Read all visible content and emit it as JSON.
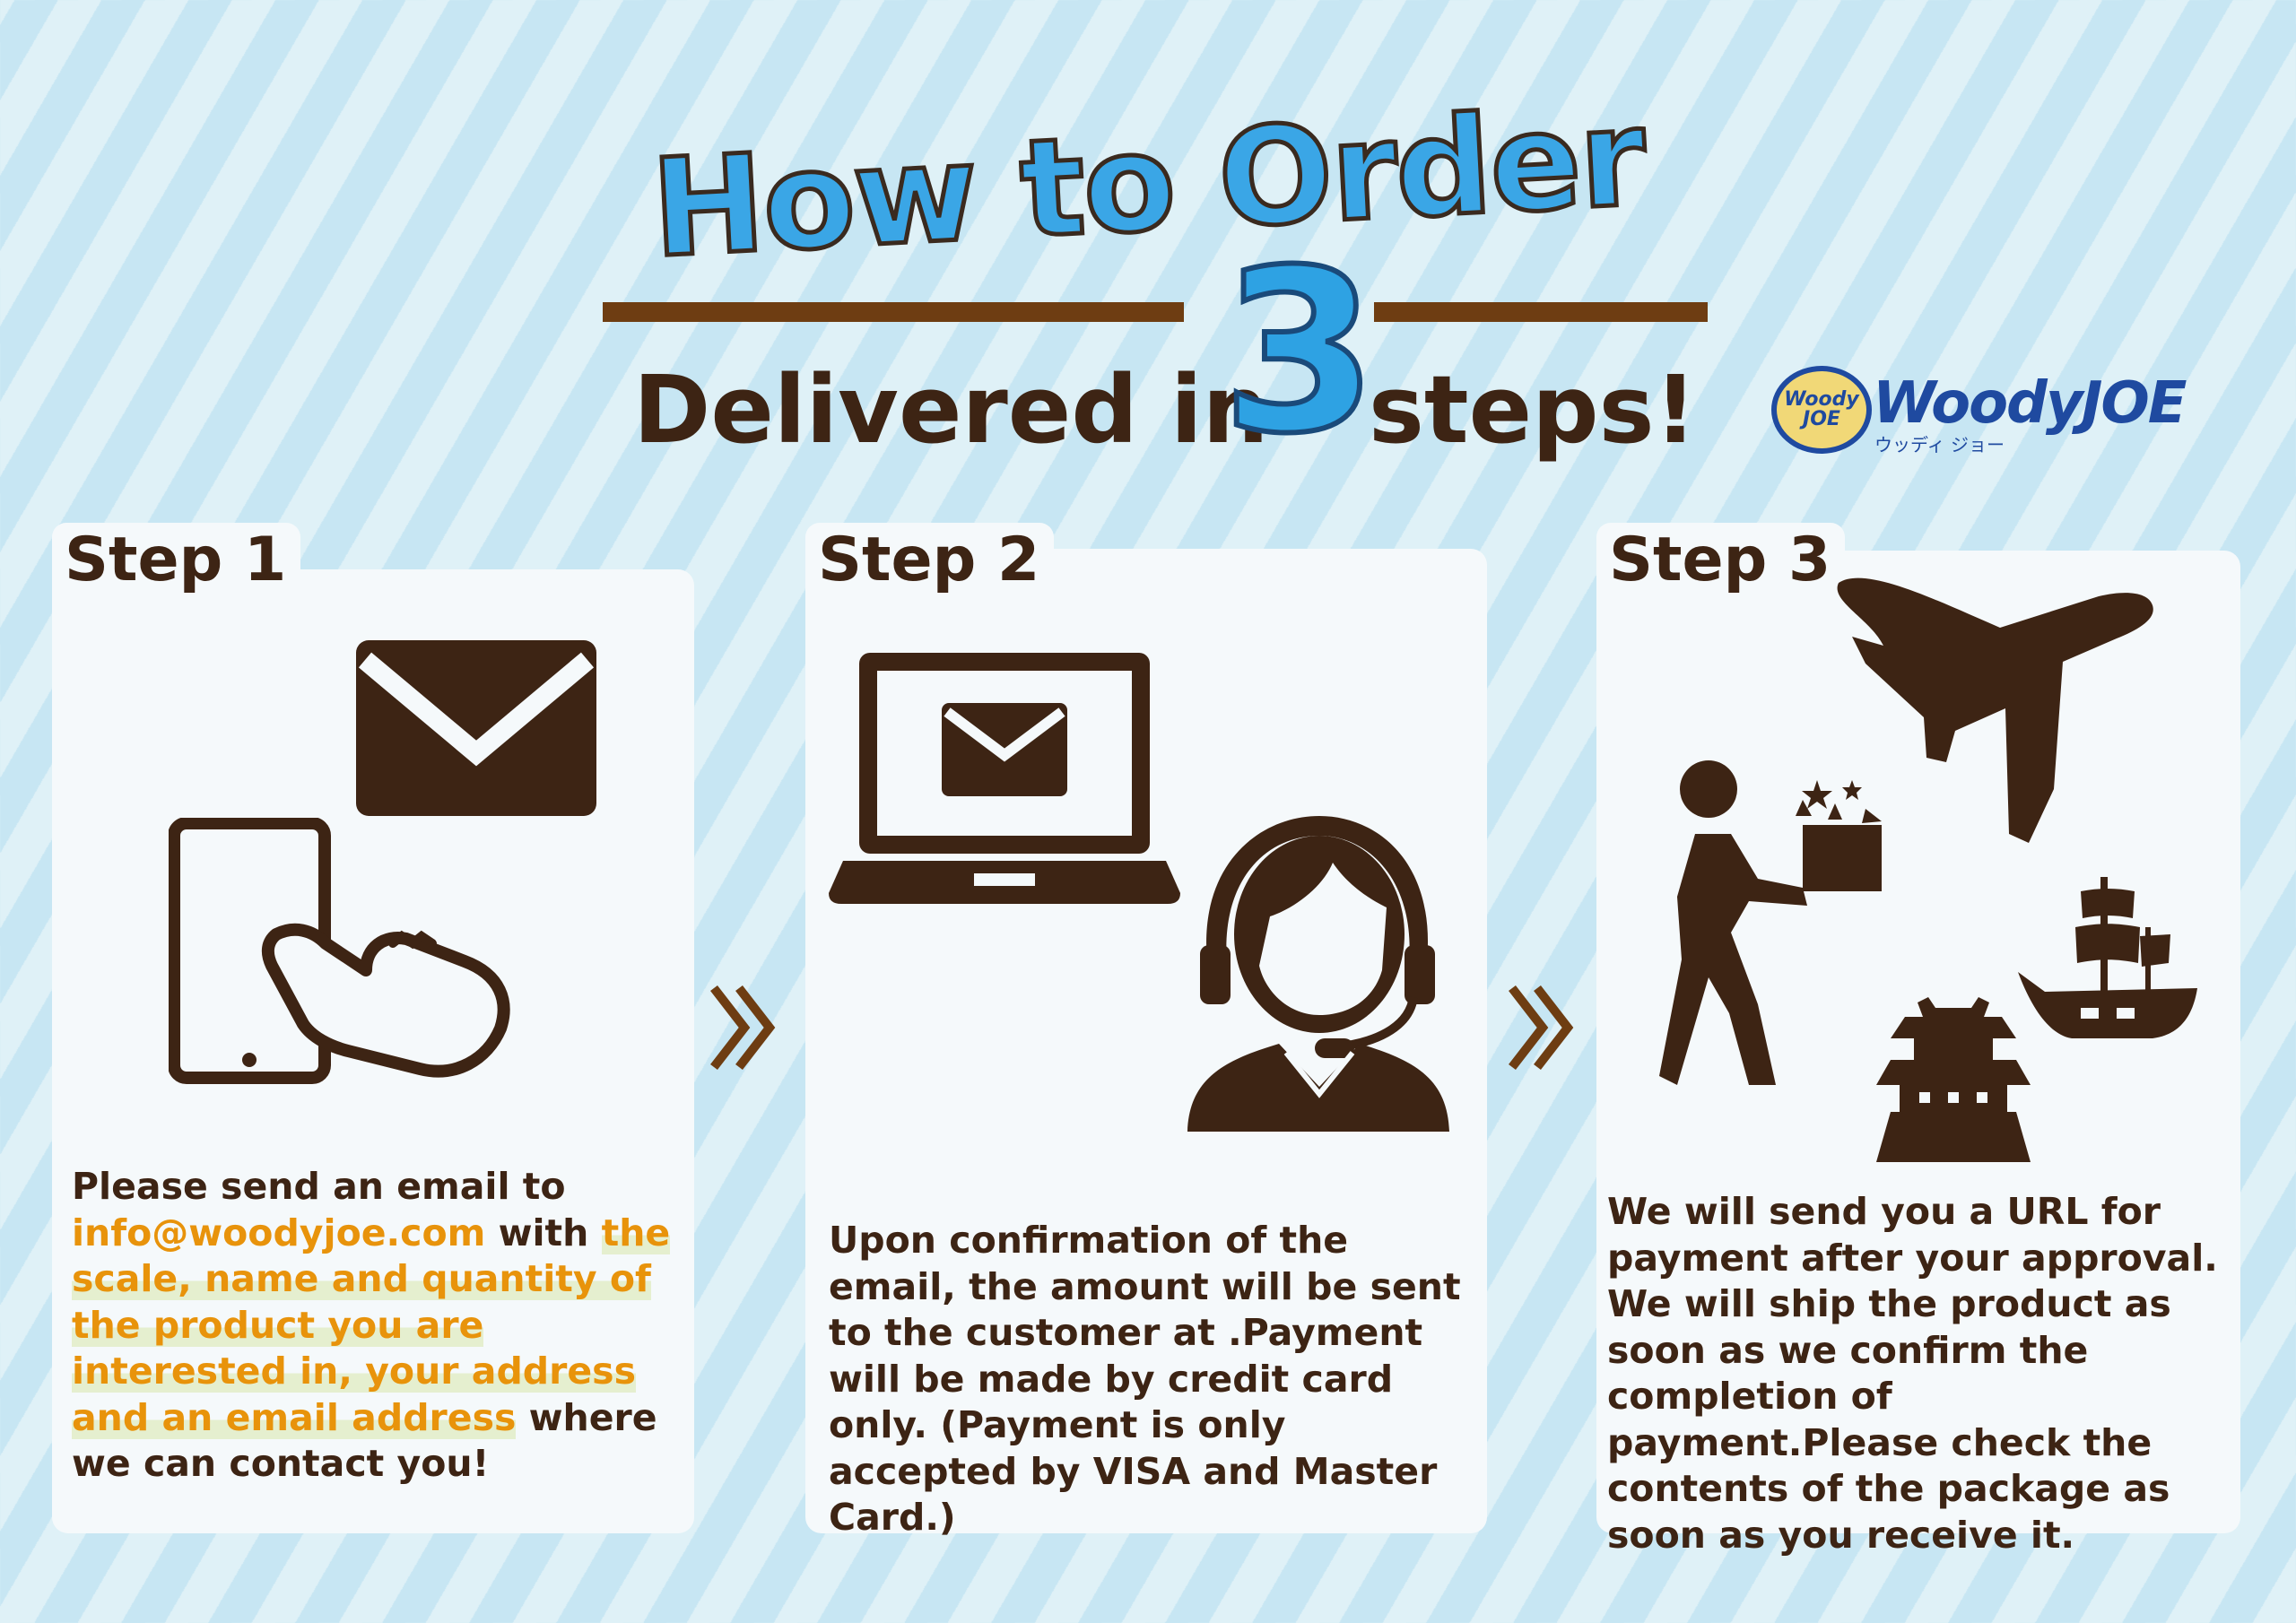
{
  "header": {
    "title": "How to Order",
    "delivered_prefix": "Delivered in",
    "step_count": "3",
    "delivered_suffix": "steps!"
  },
  "logo": {
    "badge_text": "Woody JOE",
    "wordmark": "WoodyJOE",
    "kana": "ウッディ ジョー"
  },
  "steps": [
    {
      "label": "Step 1",
      "text_part1": "Please send an email to",
      "email": "info@woodyjoe.com",
      "text_with": " with ",
      "highlight": "the scale, name and quantity of the product you are interested in, your address and an email address",
      "text_end": " where we can contact you!"
    },
    {
      "label": "Step 2",
      "text": "Upon confirmation of the email, the amount will be sent to the customer at .Payment will be made by credit card only. (Payment is only accepted by VISA and Master Card.)"
    },
    {
      "label": "Step 3",
      "text": "We will send you a URL for payment after your approval. We will ship the product as soon as we confirm the completion of payment.Please check the contents of the package as soon as you receive it."
    }
  ],
  "arrows": [
    "»",
    "»"
  ],
  "colors": {
    "icon_brown": "#3d2414",
    "accent_blue": "#3aa6e6",
    "highlight_orange": "#e8930b",
    "rule_brown": "#6e3d12",
    "logo_blue": "#1f4aa0"
  },
  "icons": [
    "envelope-icon",
    "smartphone-tap-icon",
    "laptop-mail-icon",
    "support-operator-icon",
    "airplane-icon",
    "delivery-person-icon",
    "ship-icon",
    "castle-icon"
  ]
}
